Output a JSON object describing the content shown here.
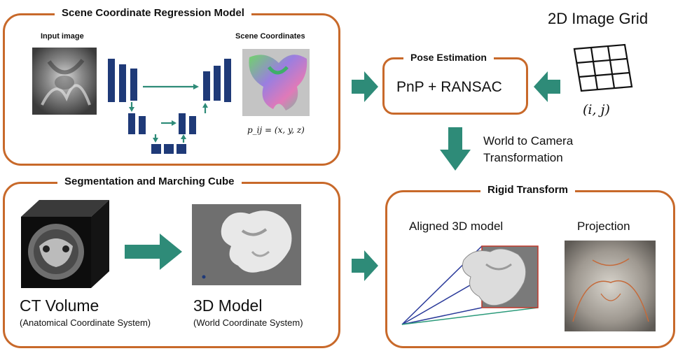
{
  "scr": {
    "title": "Scene  Coordinate Regression Model",
    "input_label": "Input image",
    "output_label": "Scene Coordinates",
    "formula": "p_ij = (x, y, z)"
  },
  "grid": {
    "title": "2D Image Grid",
    "coord": "(i, j)"
  },
  "pose": {
    "title": "Pose Estimation",
    "method": "PnP + RANSAC"
  },
  "transform_label": {
    "line1": "World to Camera",
    "line2": "Transformation"
  },
  "seg": {
    "title": "Segmentation and Marching Cube",
    "ct_label": "CT Volume",
    "ct_sub": "(Anatomical Coordinate System)",
    "model_label": "3D Model",
    "model_sub": "(World Coordinate System)"
  },
  "rigid": {
    "title": "Rigid Transform",
    "aligned_label": "Aligned 3D model",
    "projection_label": "Projection"
  },
  "colors": {
    "panel_border": "#c8692a",
    "arrow": "#2e8b78",
    "network_block": "#1f3a78"
  }
}
